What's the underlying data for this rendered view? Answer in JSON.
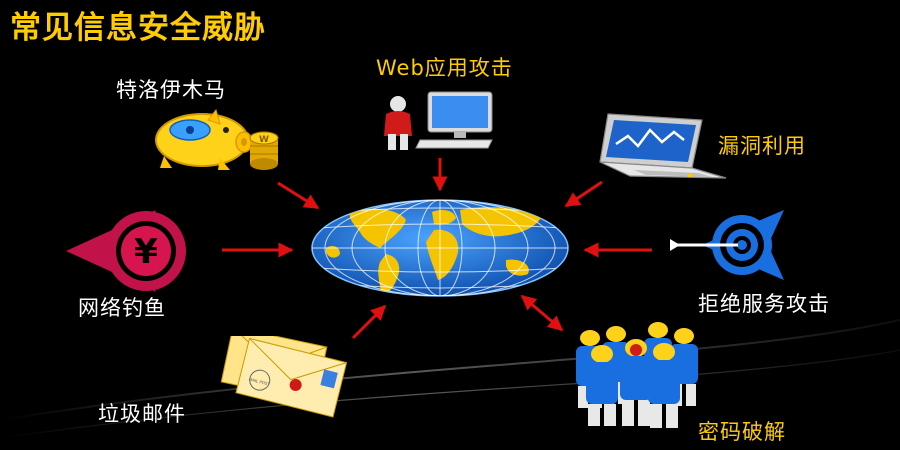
{
  "slide": {
    "title": "常见信息安全威胁",
    "center": {
      "name": "globe-icon"
    },
    "threats": [
      {
        "key": "trojan",
        "label": "特洛伊木马",
        "icon": "piggy-bank-icon",
        "label_color": "white"
      },
      {
        "key": "web",
        "label": "Web应用攻击",
        "icon": "computer-user-icon",
        "label_color": "yellow"
      },
      {
        "key": "exploit",
        "label": "漏洞利用",
        "icon": "laptop-icon",
        "label_color": "yellow"
      },
      {
        "key": "phishing",
        "label": "网络钓鱼",
        "icon": "yen-coin-icon",
        "label_color": "white"
      },
      {
        "key": "dos",
        "label": "拒绝服务攻击",
        "icon": "target-arrow-icon",
        "label_color": "white"
      },
      {
        "key": "spam",
        "label": "垃圾邮件",
        "icon": "envelopes-icon",
        "label_color": "white"
      },
      {
        "key": "password",
        "label": "密码破解",
        "icon": "people-group-icon",
        "label_color": "yellow"
      }
    ],
    "icon_text": {
      "yen": "¥",
      "coin": "W",
      "stamp": "MAIL POST"
    }
  },
  "colors": {
    "title": "#ffcc00",
    "label_white": "#ffffff",
    "label_yellow": "#ffcc00",
    "arrow": "#e01010",
    "globe_ocean": "#1565c0",
    "globe_land": "#f5c400",
    "background": "#000000"
  }
}
